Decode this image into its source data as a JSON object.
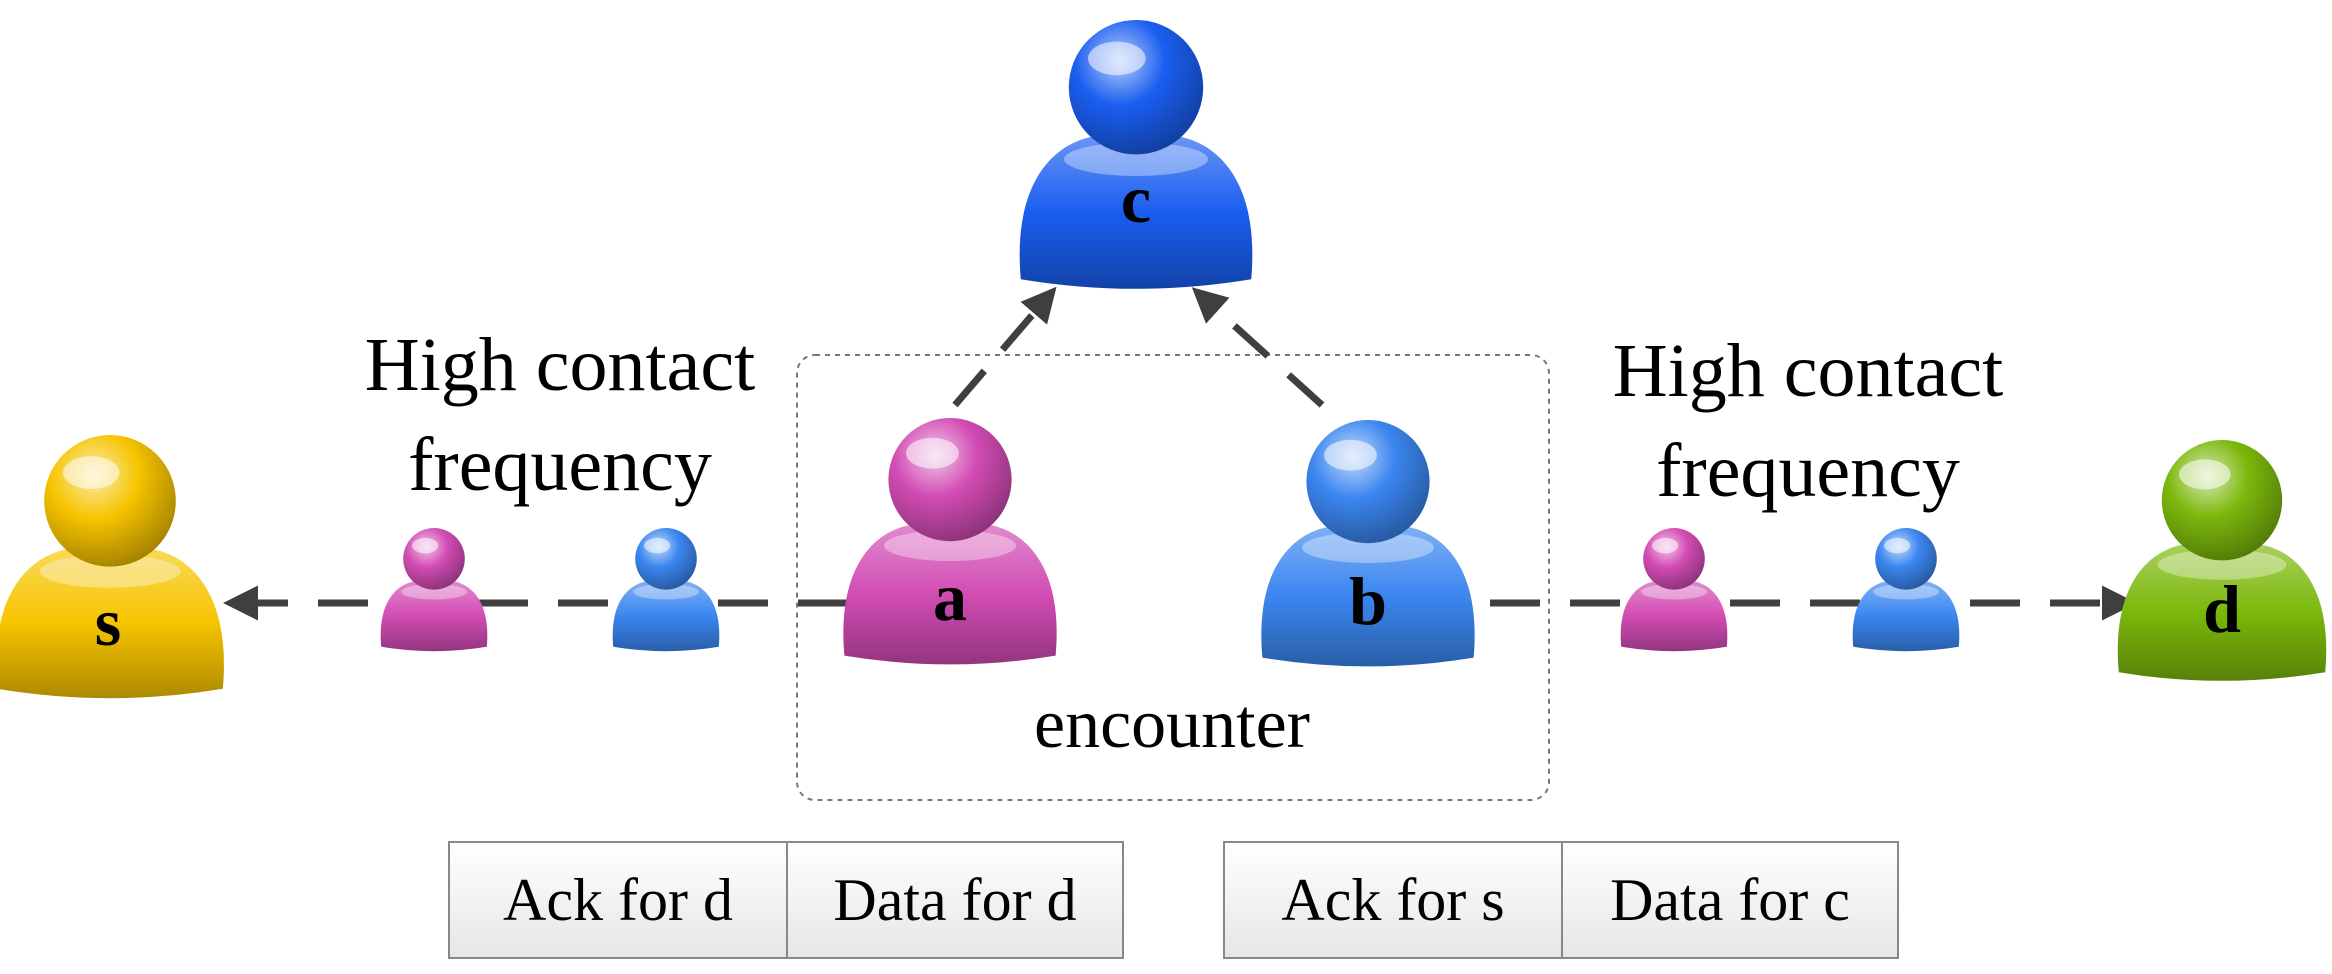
{
  "nodes": {
    "s": {
      "letter": "s",
      "color": "#f6c400"
    },
    "a": {
      "letter": "a",
      "color": "#d24cb4"
    },
    "b": {
      "letter": "b",
      "color": "#3b86f0"
    },
    "c": {
      "letter": "c",
      "color": "#1a5ef0"
    },
    "d": {
      "letter": "d",
      "color": "#7cb80c"
    }
  },
  "labels": {
    "left_line1": "High contact",
    "left_line2": "frequency",
    "right_line1": "High contact",
    "right_line2": "frequency",
    "encounter": "encounter"
  },
  "buffers": {
    "left": [
      "Ack for d",
      "Data for d"
    ],
    "right": [
      "Ack for s",
      "Data for c"
    ]
  },
  "colors": {
    "arrow": "#3f3f3f",
    "box_border": "#888888",
    "magenta_small": "#d24cb4",
    "blue_small": "#3b86f0"
  }
}
